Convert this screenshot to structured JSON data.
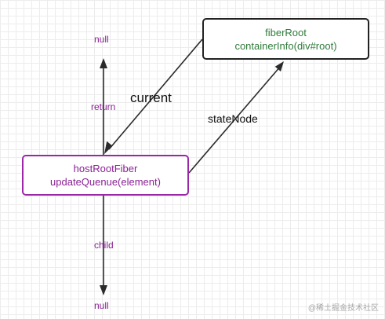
{
  "nodes": {
    "fiber_root": {
      "line1": "fiberRoot",
      "line2": "containerInfo(div#root)"
    },
    "host_root_fiber": {
      "line1": "hostRootFiber",
      "line2": "updateQuenue(element)"
    }
  },
  "edges": {
    "current": "current",
    "state_node": "stateNode",
    "return": "return",
    "child": "child"
  },
  "endpoints": {
    "top_null": "null",
    "bottom_null": "null"
  },
  "watermark": "@稀土掘金技术社区",
  "colors": {
    "box_border": "#222222",
    "fiber_text": "#2f7a3a",
    "host_border": "#9b27a8",
    "host_text": "#8a1f95",
    "line": "#2b2b2b"
  }
}
